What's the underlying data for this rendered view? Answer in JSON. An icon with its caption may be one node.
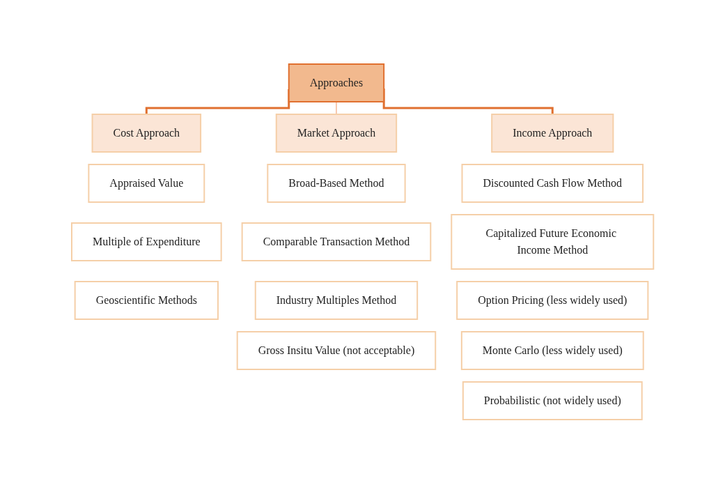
{
  "diagram": {
    "nodes": [
      {
        "text": [
          "Approaches"
        ]
      },
      {
        "text": [
          "Cost Approach"
        ]
      },
      {
        "text": [
          "Market Approach"
        ]
      },
      {
        "text": [
          "Income Approach"
        ]
      },
      {
        "text": [
          "Appraised Value"
        ]
      },
      {
        "text": [
          "Multiple of Expenditure"
        ]
      },
      {
        "text": [
          "Geoscientific Methods"
        ]
      },
      {
        "text": [
          "Broad-Based Method"
        ]
      },
      {
        "text": [
          "Comparable Transaction Method"
        ]
      },
      {
        "text": [
          "Industry Multiples Method"
        ]
      },
      {
        "text": [
          "Gross Insitu Value (not acceptable)"
        ]
      },
      {
        "text": [
          "Discounted Cash Flow Method"
        ]
      },
      {
        "text": [
          "Capitalized Future Economic Income Method"
        ]
      },
      {
        "text": [
          "Option Pricing (less widely used)"
        ]
      },
      {
        "text": [
          "Monte Carlo (less widely used)"
        ]
      },
      {
        "text": [
          "Probabilistic (not widely used)"
        ]
      }
    ],
    "edges": [
      {
        "from": 0,
        "to": 1,
        "arrow": "none"
      },
      {
        "from": 0,
        "to": 2,
        "arrow": "none",
        "color": "#f2a57a"
      },
      {
        "from": 0,
        "to": 3,
        "arrow": "none"
      }
    ]
  }
}
